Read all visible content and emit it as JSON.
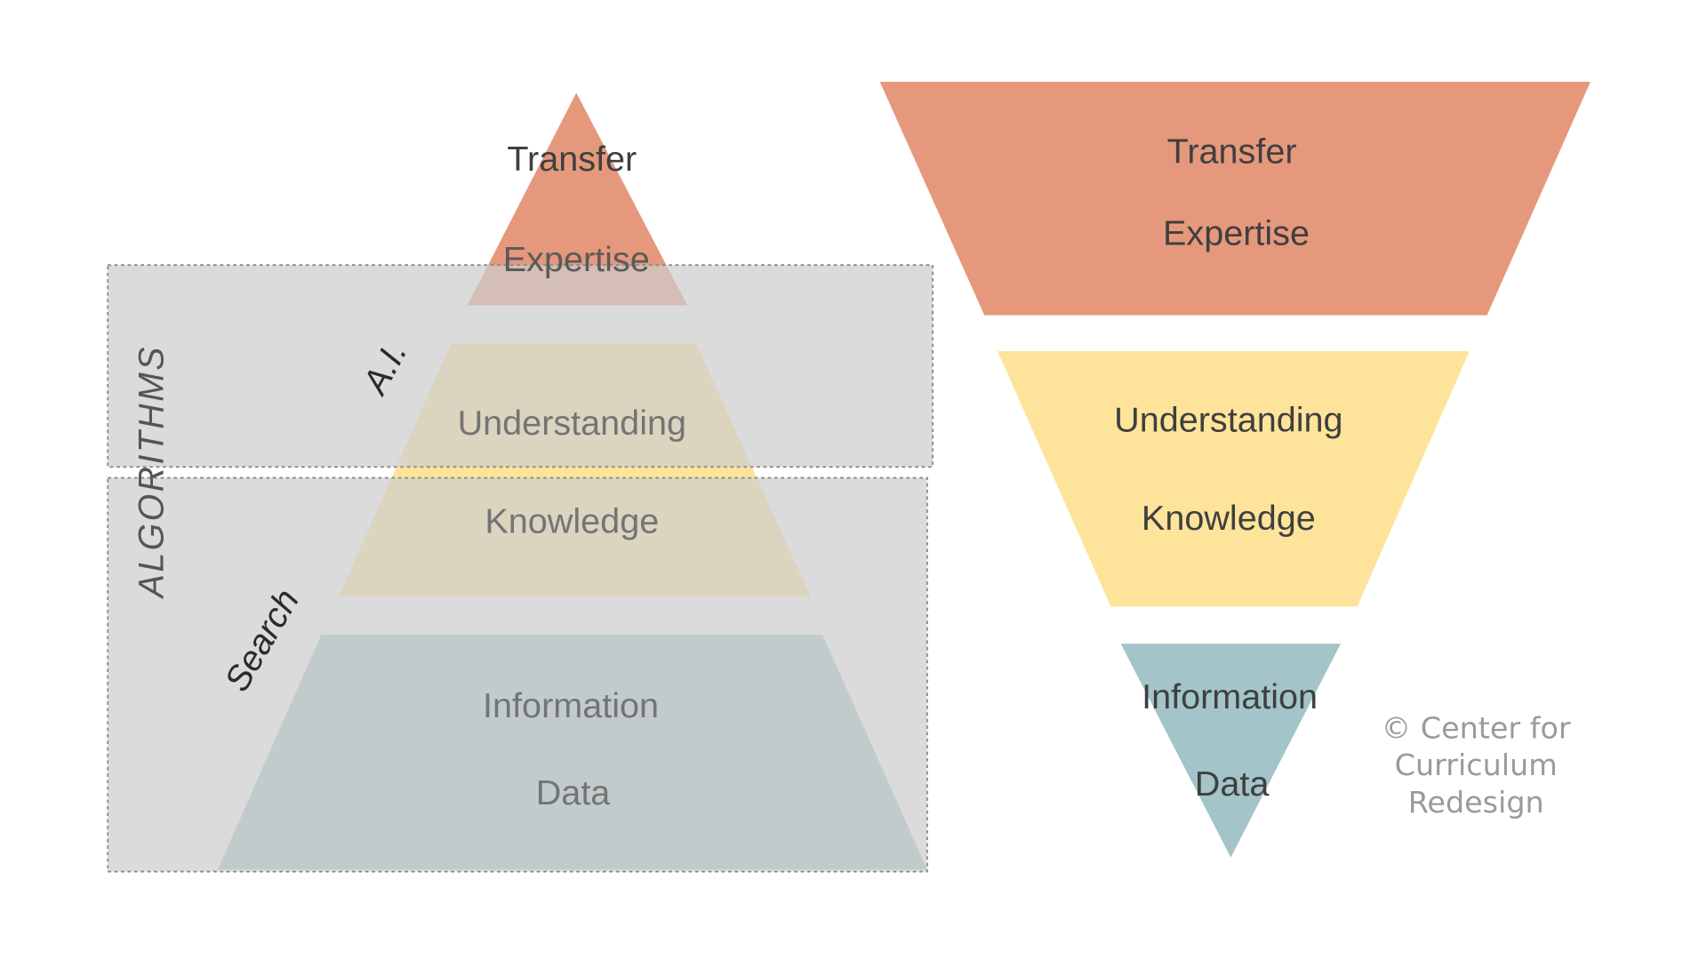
{
  "left_pyramid": {
    "top_labels": [
      "Transfer",
      "Expertise"
    ],
    "middle_labels": [
      "Understanding",
      "Knowledge"
    ],
    "bottom_labels": [
      "Information",
      "Data"
    ],
    "side_label": "ALGORITHMS",
    "upper_box_label": "A.I.",
    "lower_box_label": "Search"
  },
  "right_funnel": {
    "top_labels": [
      "Transfer",
      "Expertise"
    ],
    "middle_labels": [
      "Understanding",
      "Knowledge"
    ],
    "bottom_labels": [
      "Information",
      "Data"
    ]
  },
  "copyright": [
    "© Center for",
    "Curriculum",
    "Redesign"
  ],
  "colors": {
    "orange": "#e5987c",
    "yellow": "#fde49a",
    "blue": "#a3c4c8",
    "box": "#d6d6d6"
  }
}
